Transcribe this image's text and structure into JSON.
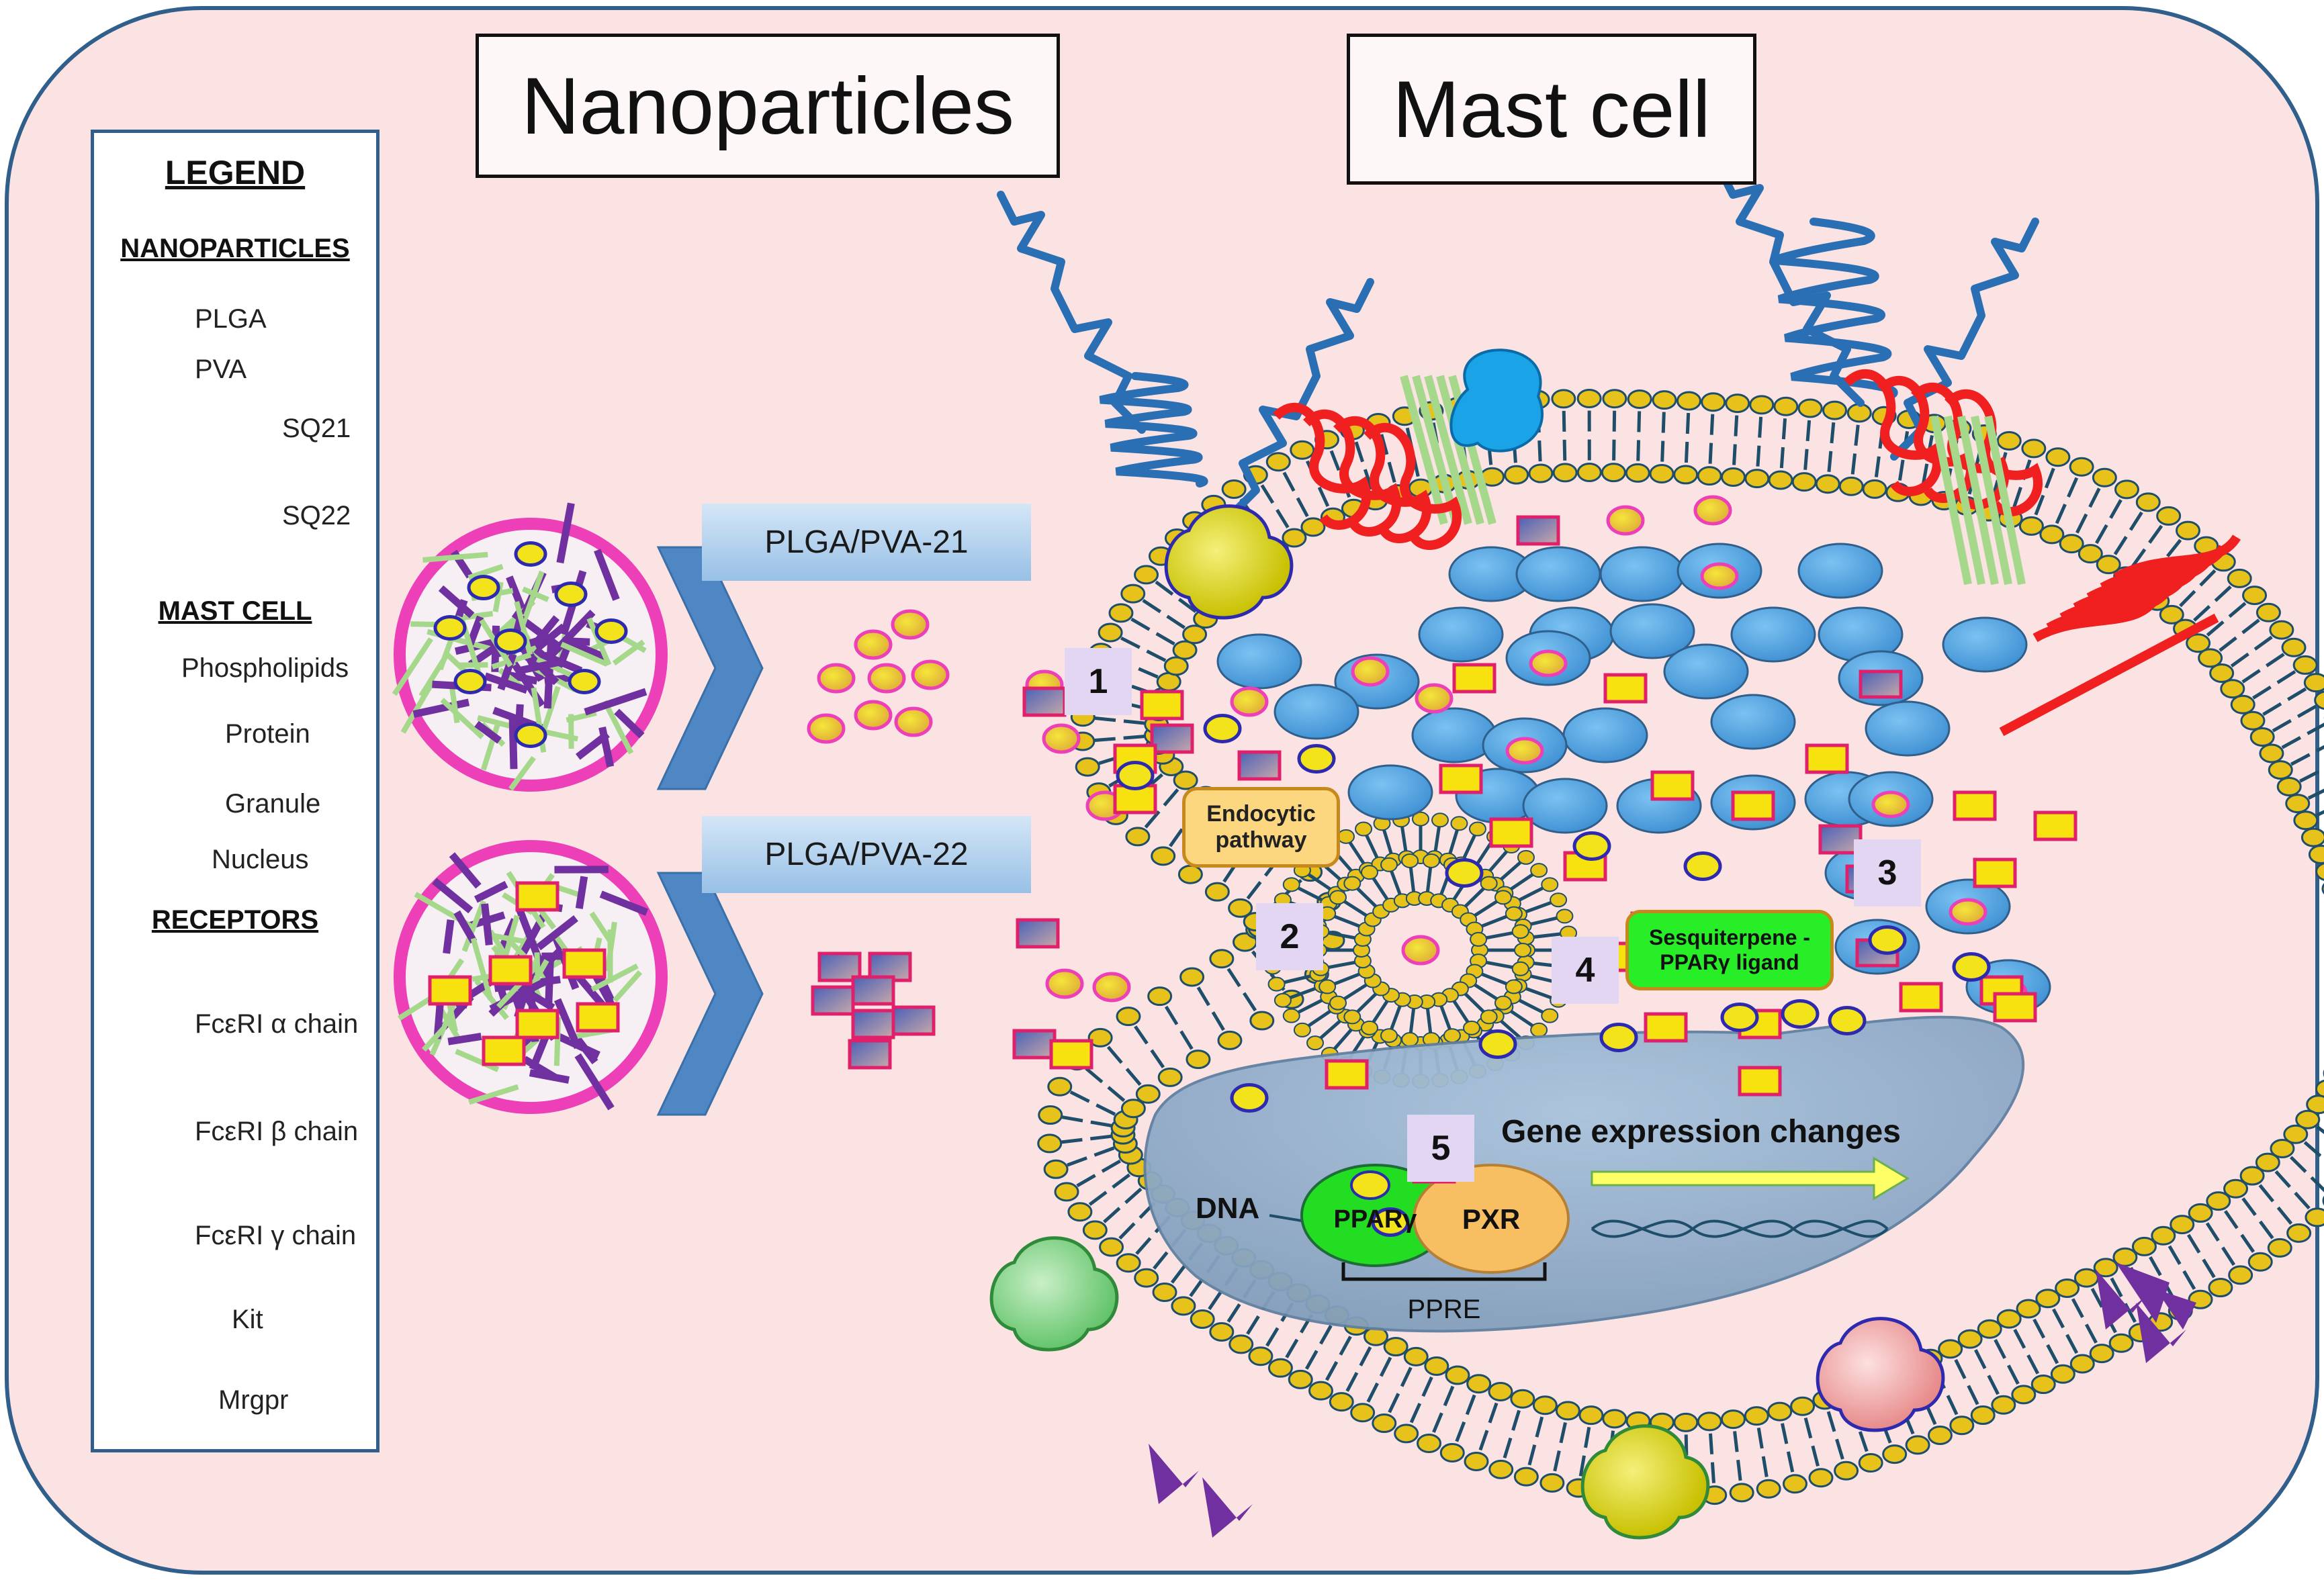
{
  "titles": {
    "nanoparticles": "Nanoparticles",
    "mast_cell": "Mast cell"
  },
  "legend": {
    "title": "LEGEND",
    "nanoparticles_heading": "NANOPARTICLES",
    "plga": "PLGA",
    "pva": "PVA",
    "sq21": "SQ21",
    "sq22": "SQ22",
    "mast_cell_heading": "MAST CELL",
    "phospholipids": "Phospholipids",
    "protein": "Protein",
    "granule": "Granule",
    "nucleus": "Nucleus",
    "receptors_heading": "RECEPTORS",
    "fceri_alpha": "FcεRI α chain",
    "fceri_beta": "FcεRI β chain",
    "fceri_gamma": "FcεRI γ chain",
    "kit": "Kit",
    "mrgpr": "Mrgpr"
  },
  "np_labels": {
    "np21": "PLGA/PVA-21",
    "np22": "PLGA/PVA-22"
  },
  "steps": [
    "1",
    "2",
    "3",
    "4",
    "5"
  ],
  "endocytic": "Endocytic pathway",
  "ligand": "Sesquiterpene -PPARγ ligand",
  "nucleus": {
    "gene_expression": "Gene expression changes",
    "dna": "DNA",
    "ppar": "PPARγ",
    "pxr": "PXR",
    "ppre": "PPRE"
  },
  "colors": {
    "background": "#fbe3e3",
    "frame_border": "#2f5f8a",
    "granule": "#5aaae6",
    "sq21_fill": "#f2e31a",
    "sq21_border": "#2d2ab0",
    "sq22_fill": "#f7e10e",
    "sq22_border": "#e0206a",
    "pva": "#ec3fb8",
    "plga_green": "#a6d88c",
    "kit_purple": "#7030a0",
    "phospholipid_head": "#e7c21a",
    "phospholipid_tail": "#1f4e6b",
    "ppar": "#22dd22",
    "pxr": "#f7bf62",
    "mrgpr": "#f02020",
    "receptor_alpha": "#2a6fb3"
  }
}
